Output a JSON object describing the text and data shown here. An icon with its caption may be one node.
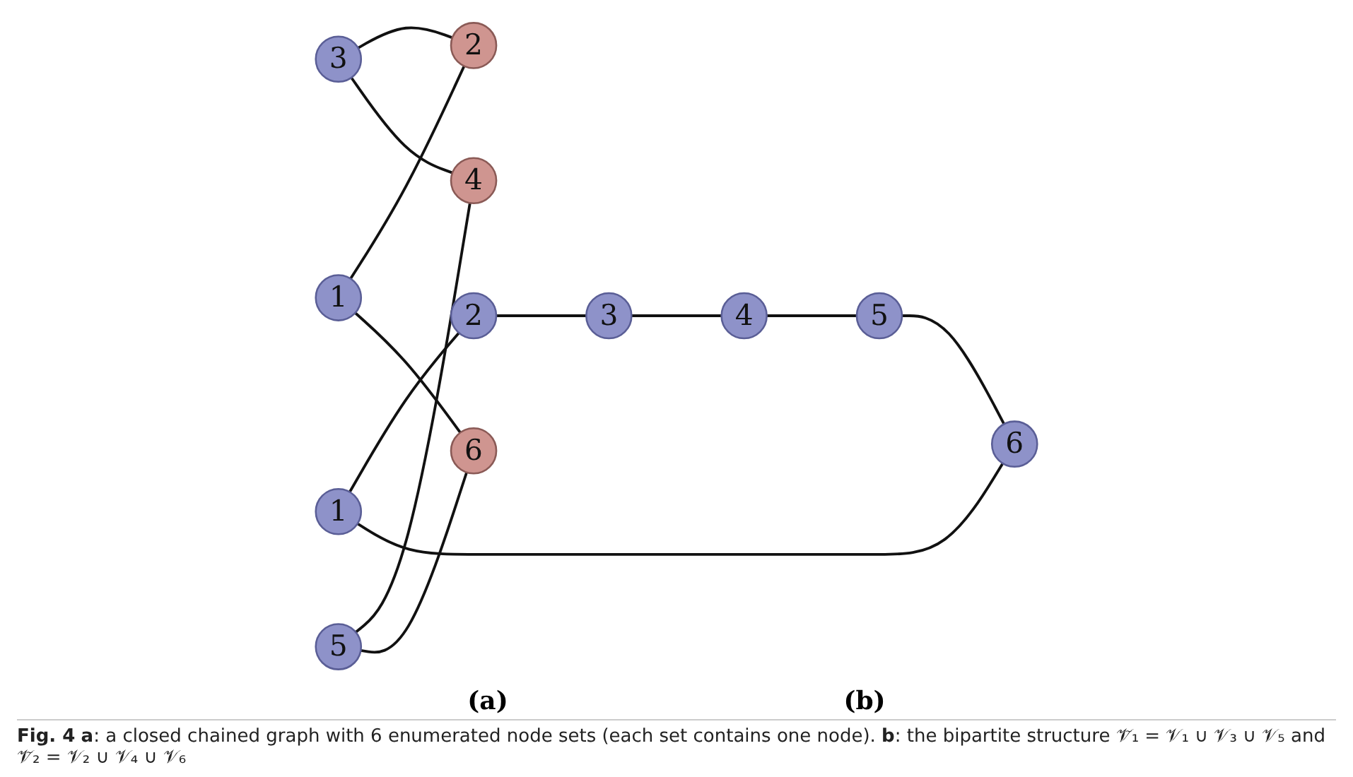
{
  "diagram": {
    "caption": "**Fig. 4** **a**: a closed chained graph with 6 enumerated node sets (each set contains one node). **b**: the bipartite structure 𝒱̃₁ = 𝒱₁ ∪ 𝒱₃ ∪ 𝒱₅ and 𝒱̃₂ = 𝒱₂ ∪ 𝒱₄ ∪ 𝒱₆",
    "nodes": [
      {
        "text": [
          "1"
        ]
      },
      {
        "text": [
          "2"
        ]
      },
      {
        "text": [
          "6"
        ]
      },
      {
        "text": [
          "3"
        ]
      },
      {
        "text": [
          "5"
        ]
      },
      {
        "text": [
          "4"
        ]
      },
      {
        "text": [
          "1"
        ]
      },
      {
        "text": [
          "2"
        ]
      },
      {
        "text": [
          "3"
        ]
      },
      {
        "text": [
          "4"
        ]
      },
      {
        "text": [
          "5"
        ]
      },
      {
        "text": [
          "6"
        ]
      }
    ],
    "edges": [
      {
        "from": 0,
        "to": 1,
        "arrow": "none"
      },
      {
        "from": 1,
        "to": 3,
        "arrow": "none"
      },
      {
        "from": 3,
        "to": 5,
        "arrow": "none"
      },
      {
        "from": 5,
        "to": 4,
        "arrow": "none"
      },
      {
        "from": 4,
        "to": 2,
        "arrow": "none"
      },
      {
        "from": 2,
        "to": 0,
        "arrow": "none"
      },
      {
        "from": 6,
        "to": 7,
        "arrow": "none"
      },
      {
        "from": 6,
        "to": 11,
        "arrow": "none"
      },
      {
        "from": 8,
        "to": 7,
        "arrow": "none"
      },
      {
        "from": 8,
        "to": 9,
        "arrow": "none"
      },
      {
        "from": 10,
        "to": 9,
        "arrow": "none"
      },
      {
        "from": 10,
        "to": 11,
        "arrow": "none"
      }
    ],
    "labels": [
      "(a)",
      "(b)"
    ]
  }
}
